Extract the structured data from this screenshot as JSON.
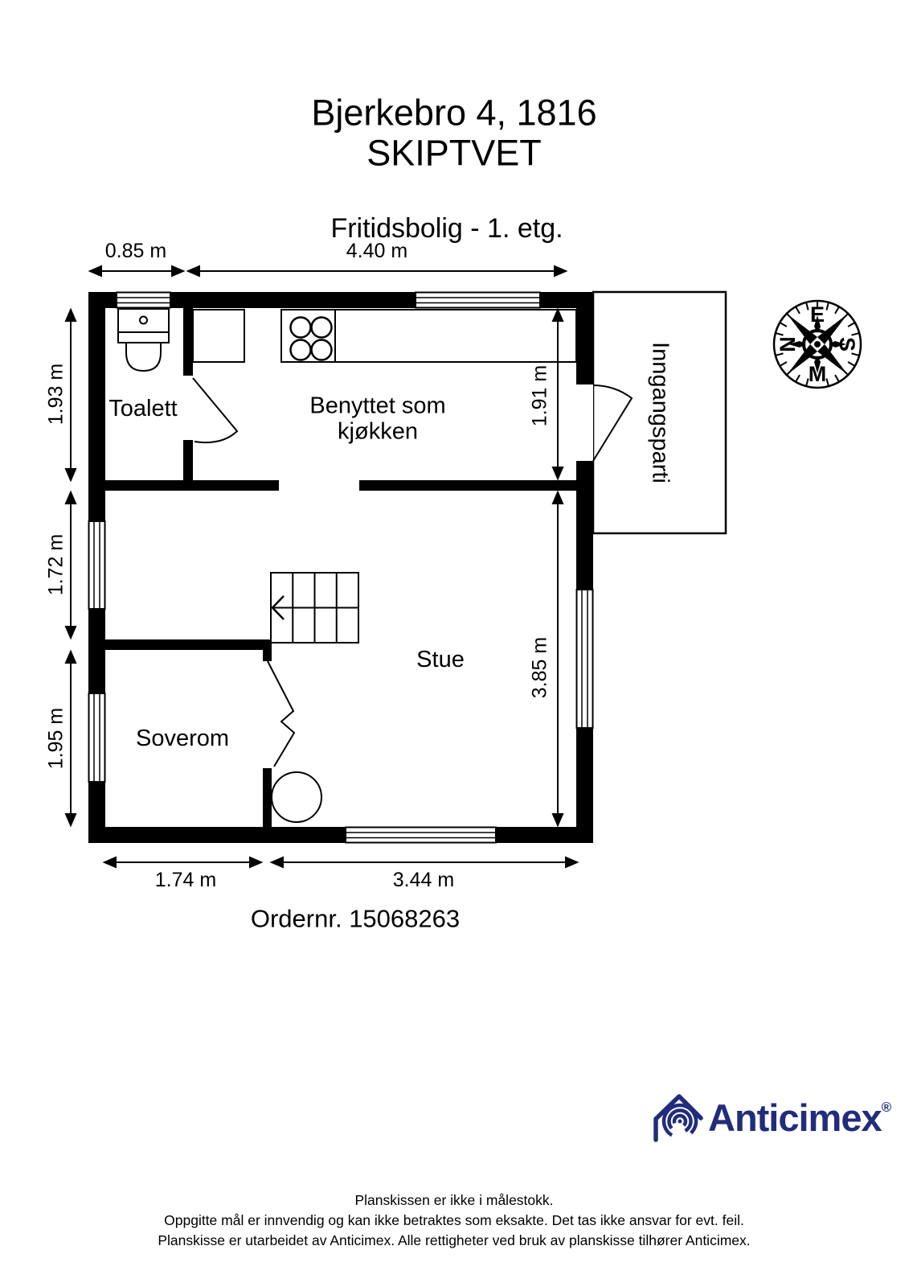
{
  "page": {
    "title": "Bjerkebro 4, 1816 SKIPTVET",
    "subtitle": "Fritidsbolig  - 1. etg.",
    "order_number": "Ordernr. 15068263"
  },
  "rooms": {
    "toalett": "Toalett",
    "kitchen": "Benyttet som\nkjøkken",
    "stue": "Stue",
    "soverom": "Soverom",
    "entrance": "Inngangsparti"
  },
  "dimensions": {
    "top": [
      "0.85 m",
      "4.40 m"
    ],
    "left": [
      "1.93 m",
      "1.72 m",
      "1.95 m"
    ],
    "right": [
      "1.91 m",
      "3.85 m"
    ],
    "bottom": [
      "1.74 m",
      "3.44 m"
    ]
  },
  "compass": {
    "top": "E",
    "right": "S",
    "bottom": "M",
    "left": "N"
  },
  "logo": {
    "text": "Anticimex",
    "registered": "®",
    "color": "#212d7b"
  },
  "footer": {
    "lines": [
      "Planskissen er ikke i målestokk.",
      "Oppgitte mål er innvendig og kan ikke betraktes som eksakte. Det tas ikke ansvar for evt. feil.",
      "Planskisse er utarbeidet av Anticimex. Alle rettigheter ved bruk av planskisse tilhører Anticimex."
    ]
  }
}
